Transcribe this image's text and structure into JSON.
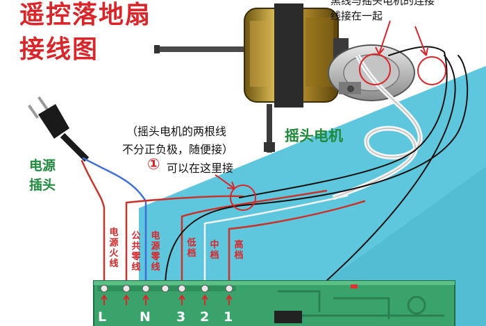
{
  "title": {
    "line1": "遥控落地扇",
    "line2": "接线图"
  },
  "annotations": {
    "top_right_line1": "黑线与摇头电机的连接",
    "top_right_line2": "线接在一起",
    "swing_motor": "摇头电机",
    "plug": {
      "line1": "电源",
      "line2": "插头"
    },
    "note_line1": "（摇头电机的两根线",
    "note_line2": "不分正负极，随便接）",
    "note_marker": "①",
    "note_line3": "可以在这里接"
  },
  "wire_labels": {
    "live": "电源火线",
    "common_neutral": "公共零线",
    "neutral": "电源零线",
    "low": "低档",
    "mid": "中档",
    "high": "高档"
  },
  "terminals": {
    "L": "L",
    "N": "N",
    "t3": "3",
    "t2": "2",
    "t1": "1"
  },
  "colors": {
    "title_red": "#d8262a",
    "label_green": "#1f8a3c",
    "background_cyan": "#5fc7dd",
    "board_green": "#3aa36b",
    "wire_red": "#c8332b",
    "wire_blue": "#3d6fd6",
    "wire_white": "#f2f2f2",
    "wire_black": "#111111",
    "motor_gold": "#b48c2a"
  }
}
